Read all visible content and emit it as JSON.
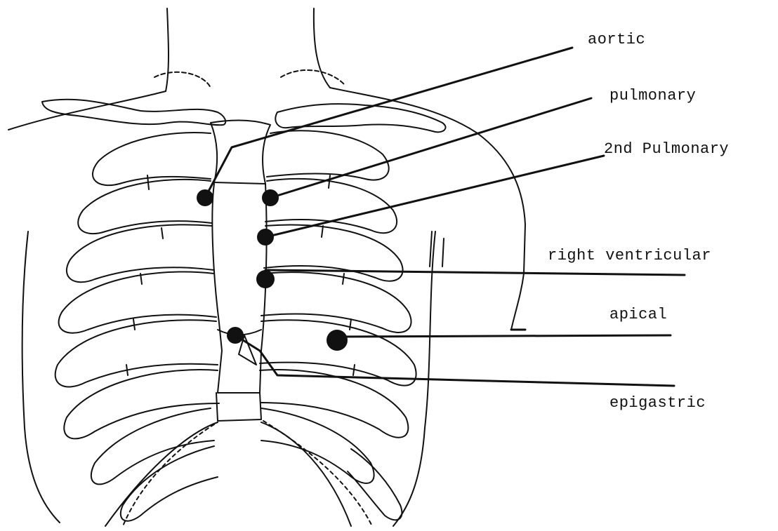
{
  "labels": {
    "aortic": "aortic",
    "pulmonary": "pulmonary",
    "second_pulmonary": "2nd Pulmonary",
    "right_ventricular": "right ventricular",
    "apical": "apical",
    "epigastric": "epigastric"
  },
  "colors": {
    "ink": "#111111",
    "background": "#ffffff"
  }
}
